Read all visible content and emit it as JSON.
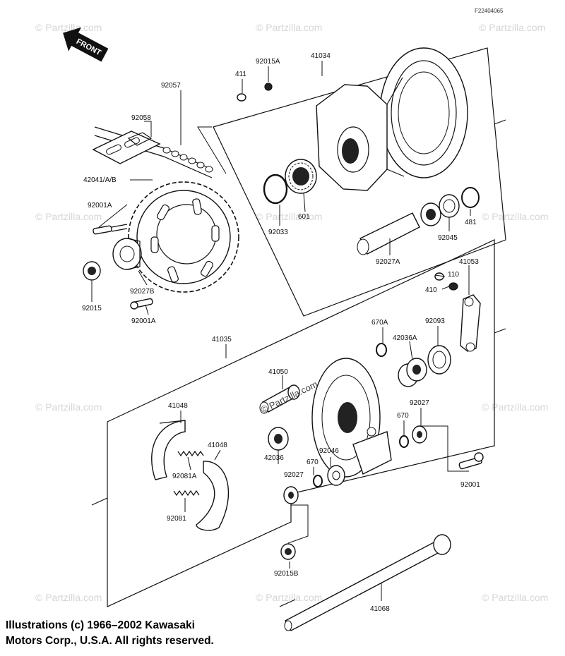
{
  "diagram": {
    "code": "F22404065",
    "front_label": "FRONT",
    "copyright_line1": "Illustrations (c) 1966–2002 Kawasaki",
    "copyright_line2": "Motors Corp., U.S.A.  All rights reserved.",
    "watermark": "© Partzilla.com",
    "center_watermark": "© Partzilla.com",
    "labels": {
      "p41034": "41034",
      "p411": "411",
      "p92015A": "92015A",
      "p92057": "92057",
      "p92058": "92058",
      "p42041": "42041/A/B",
      "p92001A_top": "92001A",
      "p92033": "92033",
      "p601": "601",
      "p481": "481",
      "p92045": "92045",
      "p92027A": "92027A",
      "p92027B": "92027B",
      "p92015": "92015",
      "p92001A_bot": "92001A",
      "p41053": "41053",
      "p110": "110",
      "p410": "410",
      "p41035": "41035",
      "p670A": "670A",
      "p42036A": "42036A",
      "p92093": "92093",
      "p41050": "41050",
      "p41048_a": "41048",
      "p41048_b": "41048",
      "p92027_r": "92027",
      "p670_r": "670",
      "p92081A": "92081A",
      "p92081": "92081",
      "p42036": "42036",
      "p92046": "92046",
      "p670_l": "670",
      "p92027_l": "92027",
      "p92001": "92001",
      "p92015B": "92015B",
      "p41068": "41068"
    }
  }
}
